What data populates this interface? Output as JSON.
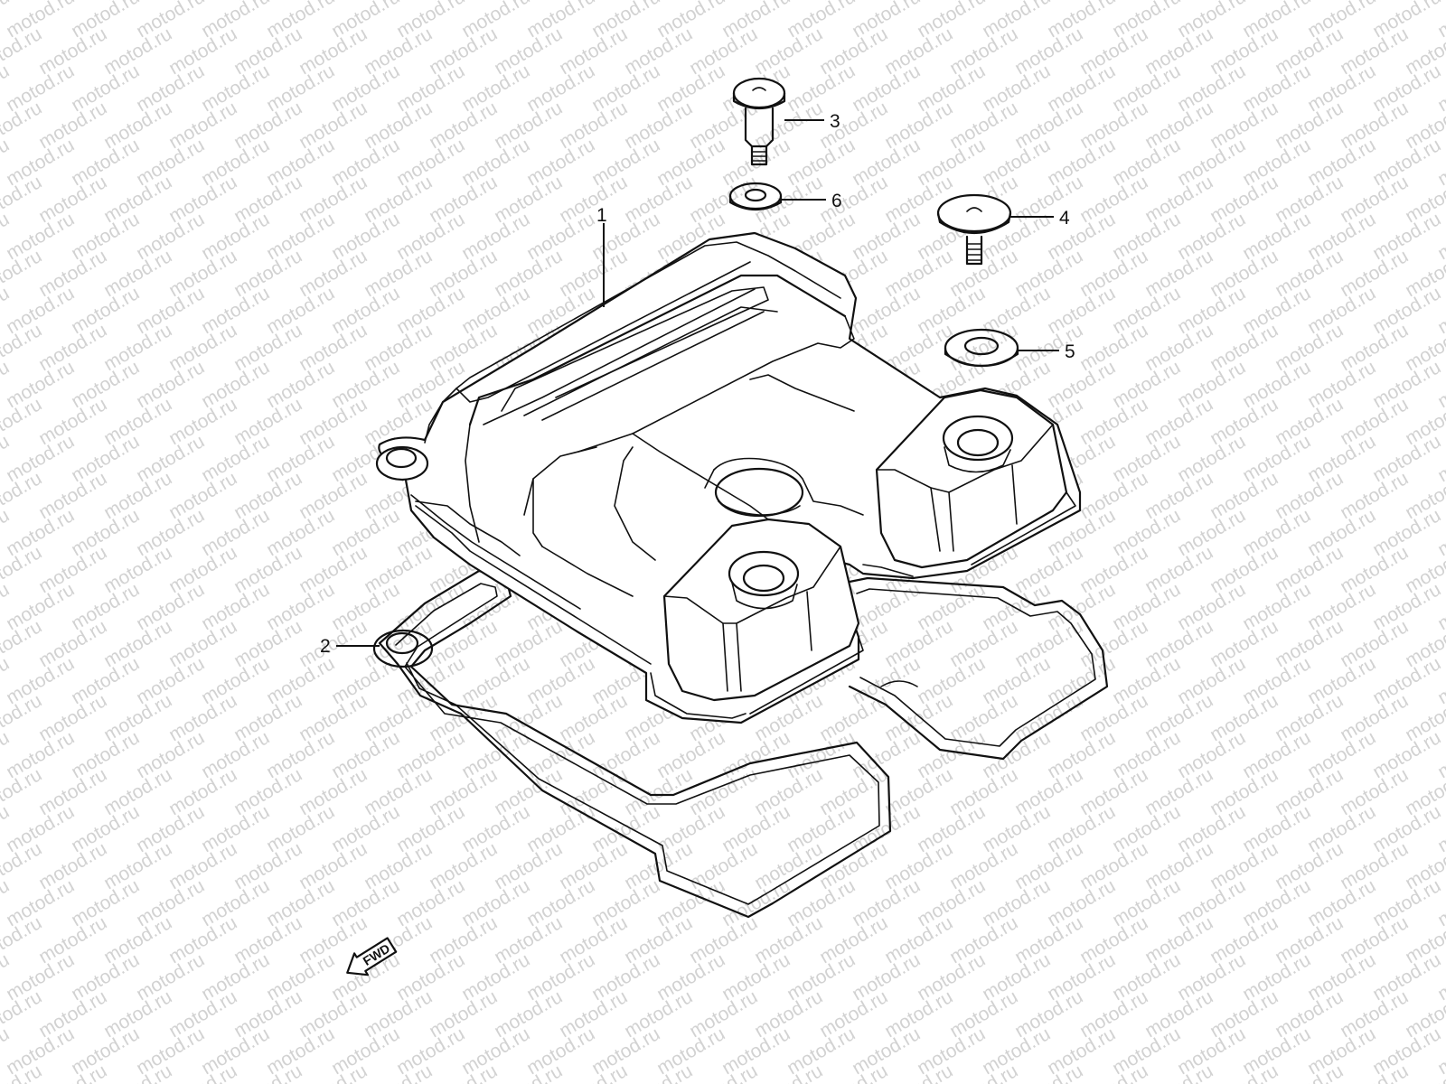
{
  "watermark": {
    "text": "motod.ru",
    "color": "#d2d2d2"
  },
  "callouts": [
    {
      "id": "1",
      "label": "1",
      "part": "cylinder-head-cover"
    },
    {
      "id": "2",
      "label": "2",
      "part": "cover-gasket"
    },
    {
      "id": "3",
      "label": "3",
      "part": "cover-bolt"
    },
    {
      "id": "4",
      "label": "4",
      "part": "cover-bolt-small"
    },
    {
      "id": "5",
      "label": "5",
      "part": "gasket-washer"
    },
    {
      "id": "6",
      "label": "6",
      "part": "gasket-washer-small"
    }
  ],
  "direction_marker": {
    "label": "FWD",
    "icon": "arrow-left-down-icon"
  }
}
